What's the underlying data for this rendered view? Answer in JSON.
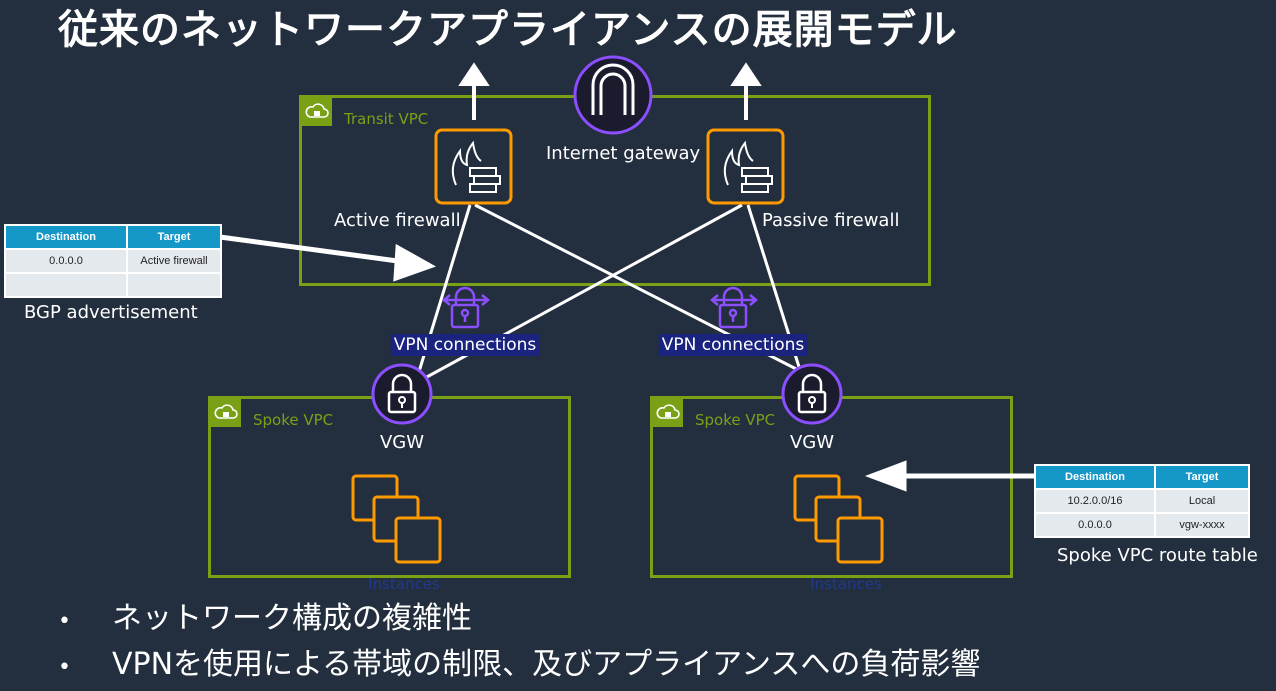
{
  "title": "従来のネットワークアプライアンスの展開モデル",
  "transit_vpc": {
    "label": "Transit VPC"
  },
  "internet_gateway": {
    "label": "Internet gateway"
  },
  "active_firewall": {
    "label": "Active firewall"
  },
  "passive_firewall": {
    "label": "Passive firewall"
  },
  "vpn_connections": [
    "VPN connections",
    "VPN connections"
  ],
  "spoke_vpcs": [
    {
      "label": "Spoke VPC",
      "vgw": "VGW",
      "instances": "Instances"
    },
    {
      "label": "Spoke VPC",
      "vgw": "VGW",
      "instances": "Instances"
    }
  ],
  "bgp_table": {
    "headers": [
      "Destination",
      "Target"
    ],
    "rows": [
      [
        "0.0.0.0",
        "Active firewall"
      ],
      [
        "",
        ""
      ]
    ],
    "caption": "BGP advertisement"
  },
  "spoke_route_table": {
    "headers": [
      "Destination",
      "Target"
    ],
    "rows": [
      [
        "10.2.0.0/16",
        "Local"
      ],
      [
        "0.0.0.0",
        "vgw-xxxx"
      ]
    ],
    "caption": "Spoke VPC route table"
  },
  "bullets": [
    "ネットワーク構成の複雑性",
    "VPNを使用による帯域の制限、及びアプライアンスへの負荷影響"
  ],
  "colors": {
    "background": "#232f3e",
    "vpc_border": "#7aa116",
    "firewall": "#ff9900",
    "gateway": "#8c4fff",
    "vpn_lock": "#8c4fff",
    "table_header": "#1597c8"
  },
  "icons": [
    "cloud-lock-icon",
    "internet-gateway-icon",
    "firewall-icon",
    "vpn-lock-icon",
    "vgw-lock-icon",
    "instances-icon",
    "arrow-up-icon"
  ]
}
